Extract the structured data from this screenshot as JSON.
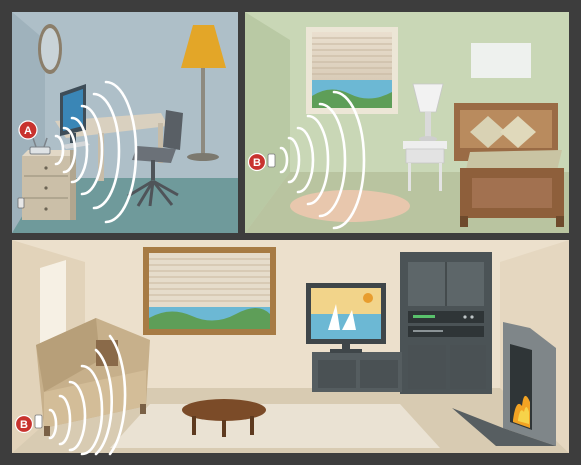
{
  "markers": {
    "office_router": "A",
    "bedroom_adapter": "B",
    "living_adapter": "B"
  },
  "colors": {
    "frame": "#3d3d3d",
    "signal_arc": "#ffffff",
    "marker": "#c8332e",
    "office_wall": "#aebfc8",
    "office_floor": "#6f9a9b",
    "bedroom_wall": "#c9d7b6",
    "bedroom_floor": "#b9c4a0",
    "living_wall": "#ece0cc",
    "living_floor": "#d8cbb2"
  },
  "icons": [
    "router-icon",
    "powerline-adapter-icon",
    "wifi-signal-icon",
    "desk-lamp-icon",
    "office-chair-icon",
    "bed-icon",
    "tv-icon",
    "sofa-icon",
    "fireplace-icon"
  ]
}
